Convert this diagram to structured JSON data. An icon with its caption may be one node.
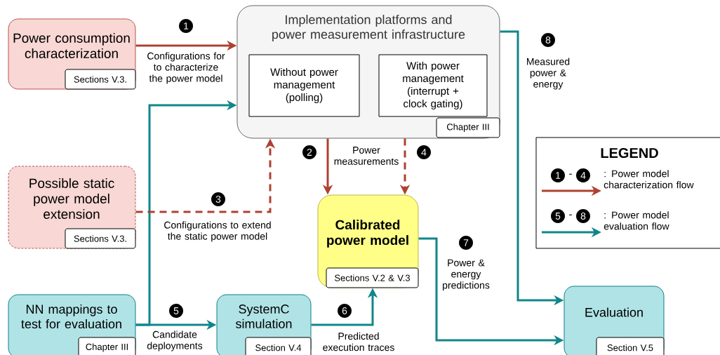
{
  "diagram": {
    "nodes": [
      {
        "text": [
          "Power consumption characterization"
        ]
      },
      {
        "text": [
          "Sections V.3."
        ],
        "in": 0
      },
      {
        "text": [
          "Implementation platforms and power measurement infrastructure"
        ]
      },
      {
        "text": [
          "Without power management (polling)"
        ],
        "in": 2
      },
      {
        "text": [
          "With power management (interrupt + clock gating)"
        ],
        "in": 2
      },
      {
        "text": [
          "Chapter III"
        ],
        "in": 2
      },
      {
        "text": [
          "Possible static power model extension"
        ]
      },
      {
        "text": [
          "Sections V.3."
        ],
        "in": 6
      },
      {
        "text": [
          "Calibrated power model"
        ]
      },
      {
        "text": [
          "Sections V.2 & V.3"
        ],
        "in": 8
      },
      {
        "text": [
          "NN mappings to test for evaluation"
        ]
      },
      {
        "text": [
          "Chapter III"
        ],
        "in": 10
      },
      {
        "text": [
          "SystemC simulation"
        ]
      },
      {
        "text": [
          "Section V.4"
        ],
        "in": 12
      },
      {
        "text": [
          "Evaluation"
        ]
      },
      {
        "text": [
          "Section V.5"
        ],
        "in": 14
      }
    ],
    "edges": [
      {
        "from": 0,
        "to": 2,
        "arrow": "to",
        "label": "Configurations for to characterize the power model",
        "color": "#ae4132"
      },
      {
        "from": 10,
        "to": 2,
        "arrow": "to",
        "color": "#10868a"
      },
      {
        "from": 10,
        "to": 12,
        "arrow": "to",
        "label": "Candidate deployments",
        "color": "#10868a"
      },
      {
        "from": 2,
        "to": 8,
        "arrow": "to",
        "label": "Power measurements",
        "color": "#ae4132"
      },
      {
        "from": 2,
        "to": 8,
        "arrow": "to",
        "style": "dashed",
        "color": "#ae4132"
      },
      {
        "from": 6,
        "to": 2,
        "arrow": "to",
        "label": "Configurations to extend the static power model",
        "style": "dashed",
        "color": "#ae4132"
      },
      {
        "from": 12,
        "to": 8,
        "arrow": "to",
        "label": "Predicted execution traces",
        "color": "#10868a"
      },
      {
        "from": 8,
        "to": 14,
        "arrow": "to",
        "label": "Power & energy predictions",
        "color": "#10868a"
      },
      {
        "from": 2,
        "to": 14,
        "arrow": "to",
        "label": "Measured power & energy",
        "color": "#10868a"
      }
    ],
    "labels": [
      "1",
      "8",
      "2",
      "4",
      "3",
      "LEGEND",
      "1",
      "-",
      "4",
      "5",
      "-",
      "8",
      "7",
      "5",
      "6"
    ],
    "legend": [
      {
        "text": ": Power model characterization flow",
        "color": "#ae4132"
      },
      {
        "text": ": Power model evaluation flow",
        "color": "#10868a"
      }
    ]
  }
}
